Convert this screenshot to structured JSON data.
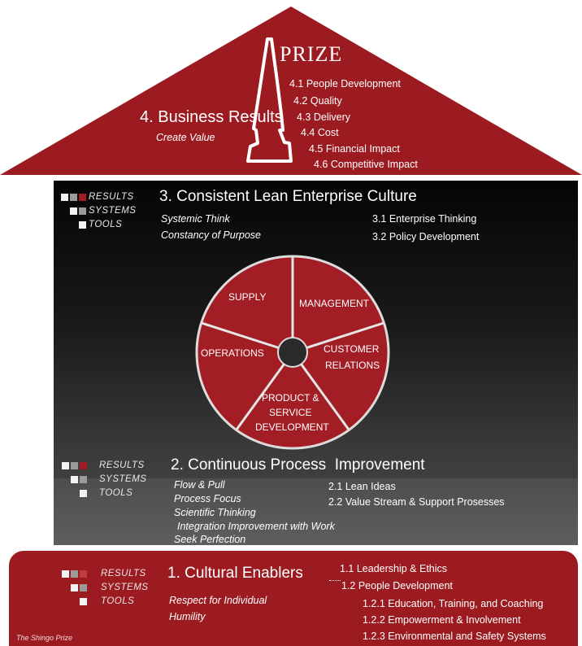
{
  "roof": {
    "prize": "PRIZE",
    "title": "4. Business Results",
    "subtitle": "Create Value",
    "items": [
      "4.1 People Development",
      "4.2 Quality",
      "4.3 Delivery",
      "4.4 Cost",
      "4.5 Financial Impact",
      "4.6 Competitive Impact"
    ]
  },
  "legend": {
    "results": "RESULTS",
    "systems": "SYSTEMS",
    "tools": "TOOLS"
  },
  "culture": {
    "title": "3. Consistent Lean Enterprise Culture",
    "principles": [
      "Systemic Think",
      "Constancy of Purpose"
    ],
    "items": [
      "3.1 Enterprise Thinking",
      "3.2 Policy Development"
    ]
  },
  "wheel": {
    "segments": [
      "SUPPLY",
      "MANAGEMENT",
      "CUSTOMER RELATIONS",
      "PRODUCT & SERVICE DEVELOPMENT",
      "OPERATIONS"
    ],
    "supply": "SUPPLY",
    "management": "MANAGEMENT",
    "customer_1": "CUSTOMER",
    "customer_2": "RELATIONS",
    "product_1": "PRODUCT &",
    "product_2": "SERVICE",
    "product_3": "DEVELOPMENT",
    "operations": "OPERATIONS"
  },
  "improvement": {
    "title": "2. Continuous Process  Improvement",
    "principles": [
      "Flow & Pull",
      "Process Focus",
      "Scientific Thinking",
      "Integration Improvement with Work",
      "Seek Perfection"
    ],
    "items": [
      "2.1 Lean Ideas",
      "2.2 Value Stream & Support Prosesses"
    ]
  },
  "enablers": {
    "title": "1. Cultural Enablers",
    "principles": [
      "Respect for Individual",
      "Humility"
    ],
    "items": [
      "1.1 Leadership & Ethics",
      "1.2 People Development",
      "1.2.1 Education, Training, and Coaching",
      "1.2.2 Empowerment & Involvement",
      "1.2.3 Environmental and Safety Systems"
    ]
  },
  "footer": "The Shingo Prize",
  "colors": {
    "red": "#9c1b20",
    "wheel_red": "#a21d24",
    "dark": "#0a0a0a",
    "white": "#ffffff"
  }
}
